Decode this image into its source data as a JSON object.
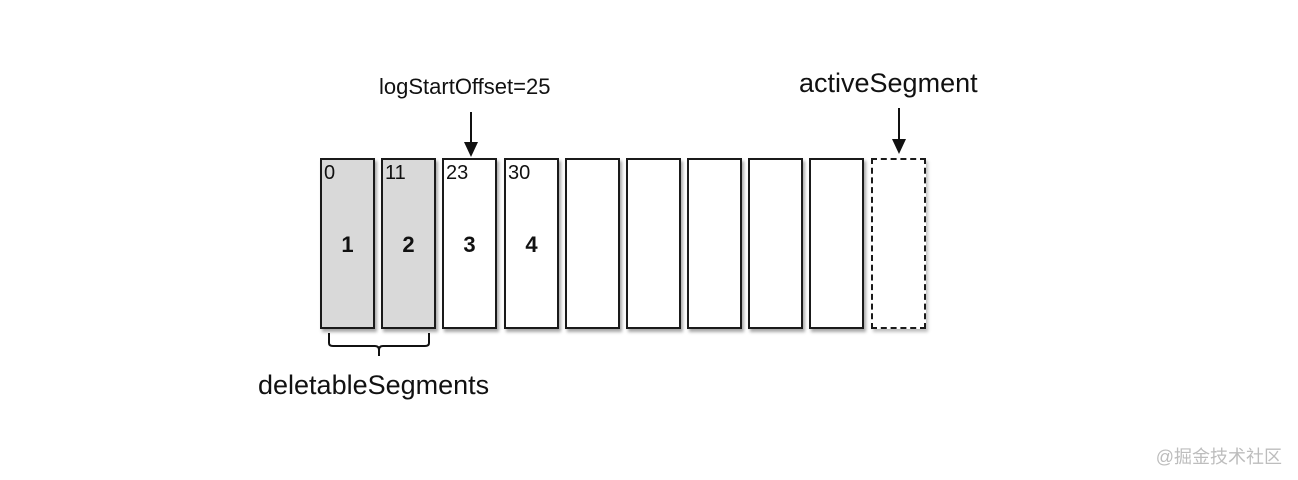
{
  "labels": {
    "log_start_offset": "logStartOffset=25",
    "active_segment": "activeSegment",
    "deletable_segments": "deletableSegments"
  },
  "segments": [
    {
      "offset": "0",
      "index": "1",
      "state": "deletable"
    },
    {
      "offset": "11",
      "index": "2",
      "state": "deletable"
    },
    {
      "offset": "23",
      "index": "3",
      "state": "normal"
    },
    {
      "offset": "30",
      "index": "4",
      "state": "normal"
    },
    {
      "offset": "",
      "index": "",
      "state": "normal"
    },
    {
      "offset": "",
      "index": "",
      "state": "normal"
    },
    {
      "offset": "",
      "index": "",
      "state": "normal"
    },
    {
      "offset": "",
      "index": "",
      "state": "normal"
    },
    {
      "offset": "",
      "index": "",
      "state": "normal"
    },
    {
      "offset": "",
      "index": "",
      "state": "active"
    }
  ],
  "watermark": "@掘金技术社区",
  "colors": {
    "deletable_fill": "#d9d9d9",
    "segment_border": "#1a1a1a",
    "watermark": "#bdbdbd"
  }
}
